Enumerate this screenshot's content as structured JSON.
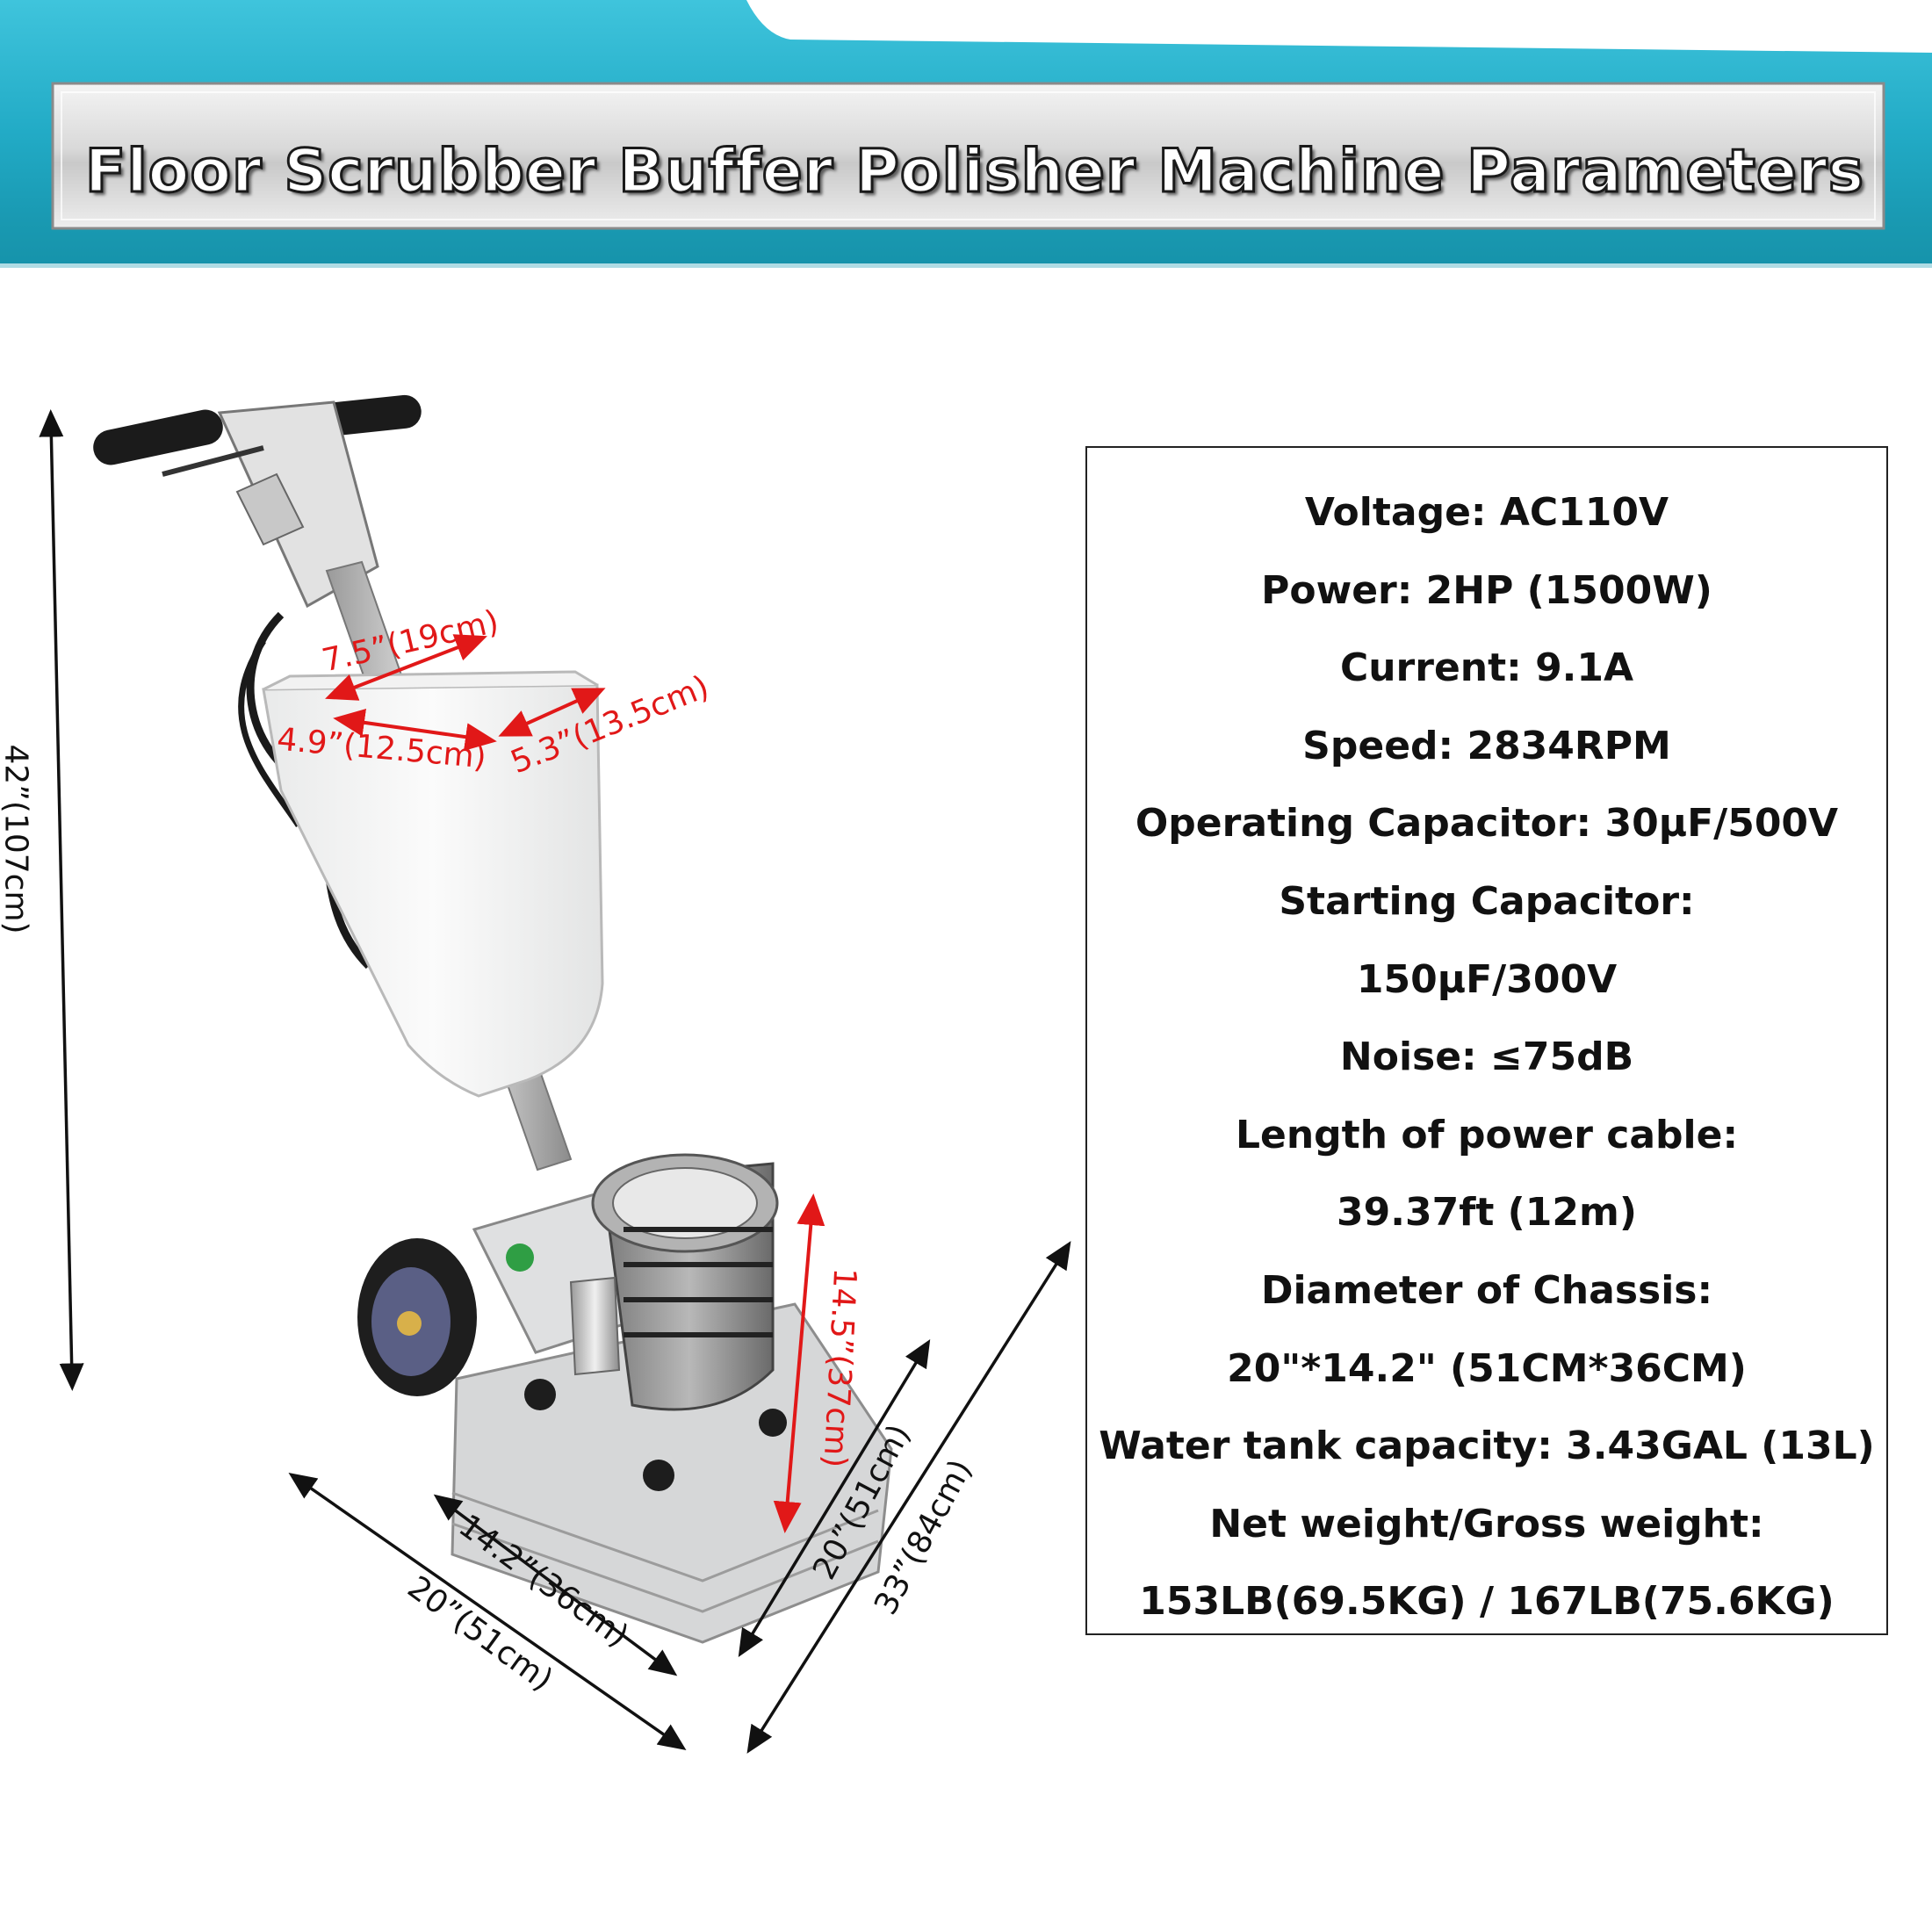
{
  "banner": {
    "title": "Floor Scrubber Buffer Polisher Machine Parameters"
  },
  "dimensions": {
    "height_total": "42”(107cm)",
    "tank_top": "7.5”(19cm)",
    "tank_width": "4.9”(12.5cm)",
    "tank_depth": "5.3”(13.5cm)",
    "base_height": "14.5”(37cm)",
    "base_width": "14.2”(36cm)",
    "base_length_front": "20”(51cm)",
    "base_length_side": "20”(51cm)",
    "total_length": "33”(84cm)"
  },
  "specs": {
    "lines": [
      "Voltage: AC110V",
      "Power: 2HP (1500W)",
      "Current: 9.1A",
      "Speed: 2834RPM",
      "Operating Capacitor: 30μF/500V",
      "Starting Capacitor:",
      "150μF/300V",
      "Noise: ≤75dB",
      "Length of power cable:",
      "39.37ft (12m)",
      "Diameter of Chassis:",
      "20\"*14.2\" (51CM*36CM)",
      "Water tank capacity: 3.43GAL (13L)",
      "Net weight/Gross weight:",
      "153LB(69.5KG) / 167LB(75.6KG)"
    ]
  },
  "colors": {
    "banner_teal": "#29b6cf",
    "banner_teal_dark": "#1590a8",
    "arrow_red": "#e11818"
  }
}
